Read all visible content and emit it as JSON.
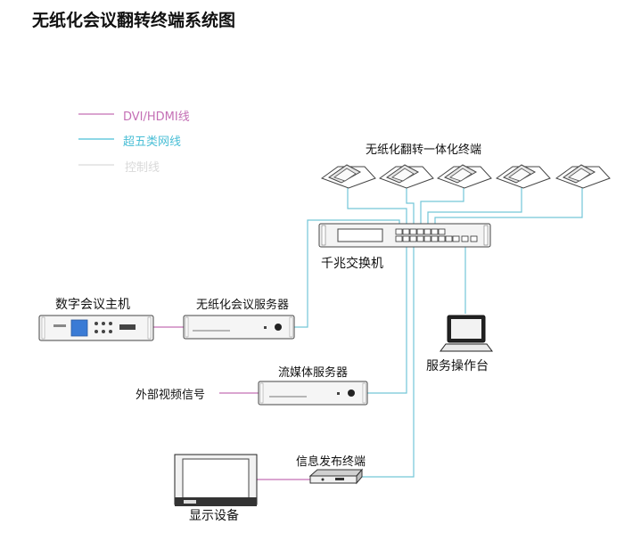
{
  "title": "无纸化会议翻转终端系统图",
  "legend": [
    {
      "label": "DVI/HDMI线",
      "color": "#c46fb5"
    },
    {
      "label": "超五类网线",
      "color": "#4bbfd6"
    },
    {
      "label": "控制线",
      "color": "#d9d9d9"
    }
  ],
  "colors": {
    "cat5": "#73c6d8",
    "dvi": "#c46fb5",
    "device_stroke": "#444444"
  },
  "nodes": {
    "terminals": "无纸化翻转一体化终端",
    "switch": "千兆交换机",
    "main_host": "数字会议主机",
    "server": "无纸化会议服务器",
    "ops": "服务操作台",
    "stream": "流媒体服务器",
    "ext_video": "外部视频信号",
    "info_terminal": "信息发布终端",
    "display": "显示设备"
  },
  "icons": [
    "flip-terminal-icon",
    "network-switch-icon",
    "rack-server-icon",
    "laptop-icon",
    "set-top-box-icon",
    "monitor-icon"
  ]
}
